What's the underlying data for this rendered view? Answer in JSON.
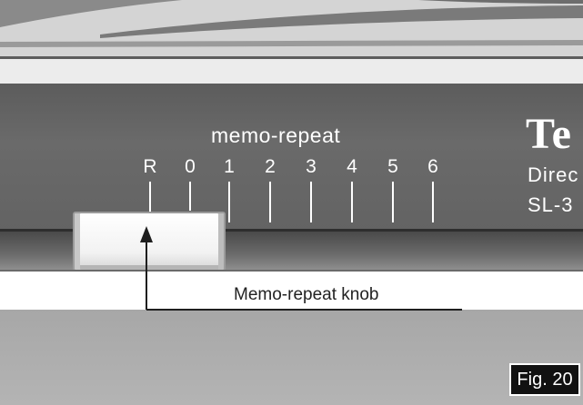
{
  "scale": {
    "title": "memo-repeat",
    "ticks": [
      "R",
      "0",
      "1",
      "2",
      "3",
      "4",
      "5",
      "6"
    ]
  },
  "brand": {
    "name": "Te",
    "line1": "Direc",
    "line2": "SL-3"
  },
  "callout": {
    "label": "Memo-repeat knob"
  },
  "figure": {
    "label": "Fig. 20"
  }
}
